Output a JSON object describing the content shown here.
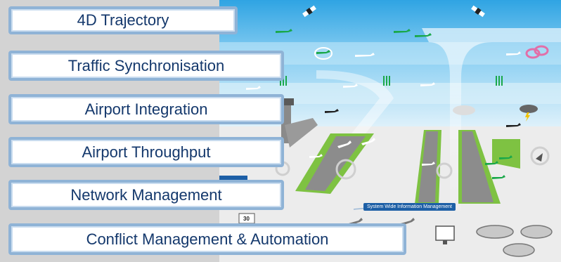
{
  "labels": [
    "4D Trajectory",
    "Traffic Synchronisation",
    "Airport Integration",
    "Airport Throughput",
    "Network Management",
    "Conflict Management & Automation"
  ],
  "swim_label": "System Wide Information Management",
  "calendar_day": "30",
  "colors": {
    "sky_top": "#2fa4e3",
    "sky_mid": "#8fd1f3",
    "ground": "#ececec",
    "grass": "#7ec242",
    "runway": "#8c8c8c",
    "box_border": "#8fb3d6",
    "box_text": "#14386c",
    "left_backdrop": "#d3d3d3"
  }
}
